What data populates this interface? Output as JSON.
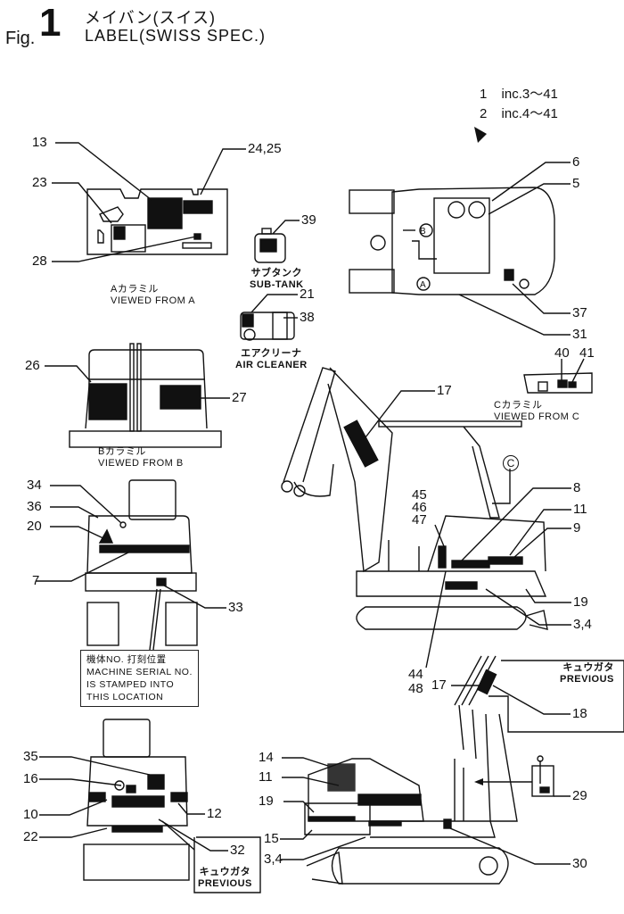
{
  "figure": {
    "prefix": "Fig.",
    "number": "1",
    "title_jp": "メイバン(スイス)",
    "title_en": "LABEL(SWISS SPEC.)"
  },
  "applicability": [
    {
      "item": "1",
      "text": "inc.3～41"
    },
    {
      "item": "2",
      "text": "inc.4～41"
    }
  ],
  "views": {
    "view_a": {
      "caption_jp": "Aカラミル",
      "caption_en": "VIEWED FROM A",
      "callouts": [
        "13",
        "24,25",
        "23",
        "28"
      ]
    },
    "sub_tank": {
      "caption_jp": "サブタンク",
      "caption_en": "SUB-TANK",
      "callouts": [
        "39"
      ]
    },
    "air_cleaner": {
      "caption_jp": "エアクリーナ",
      "caption_en": "AIR CLEANER",
      "callouts": [
        "21",
        "38"
      ]
    },
    "top_view": {
      "callouts": [
        "6",
        "5",
        "37",
        "31"
      ],
      "markers": [
        "A",
        "B"
      ]
    },
    "view_b": {
      "caption_jp": "Bカラミル",
      "caption_en": "VIEWED FROM B",
      "callouts": [
        "26",
        "27"
      ]
    },
    "view_c": {
      "caption_jp": "Cカラミル",
      "caption_en": "VIEWED FROM C",
      "callouts": [
        "40",
        "41"
      ],
      "marker": "C"
    },
    "side_view": {
      "callouts": [
        "17",
        "8",
        "11",
        "9",
        "19",
        "3,4",
        "45",
        "46",
        "47",
        "44",
        "48"
      ]
    },
    "front_view": {
      "callouts": [
        "34",
        "36",
        "20",
        "7",
        "33"
      ],
      "serial_note": [
        "機体NO. 打刻位置",
        "MACHINE SERIAL NO.",
        "IS STAMPED INTO",
        "THIS LOCATION"
      ]
    },
    "previous_boom": {
      "caption_jp": "キュウガタ",
      "caption_en": "PREVIOUS",
      "callouts": [
        "17",
        "18"
      ]
    },
    "rear_view": {
      "callouts": [
        "35",
        "16",
        "10",
        "12",
        "22",
        "32"
      ],
      "caption_jp": "キュウガタ",
      "caption_en": "PREVIOUS"
    },
    "side_view_2": {
      "callouts": [
        "14",
        "11",
        "19",
        "15",
        "3,4",
        "29",
        "30"
      ]
    }
  }
}
